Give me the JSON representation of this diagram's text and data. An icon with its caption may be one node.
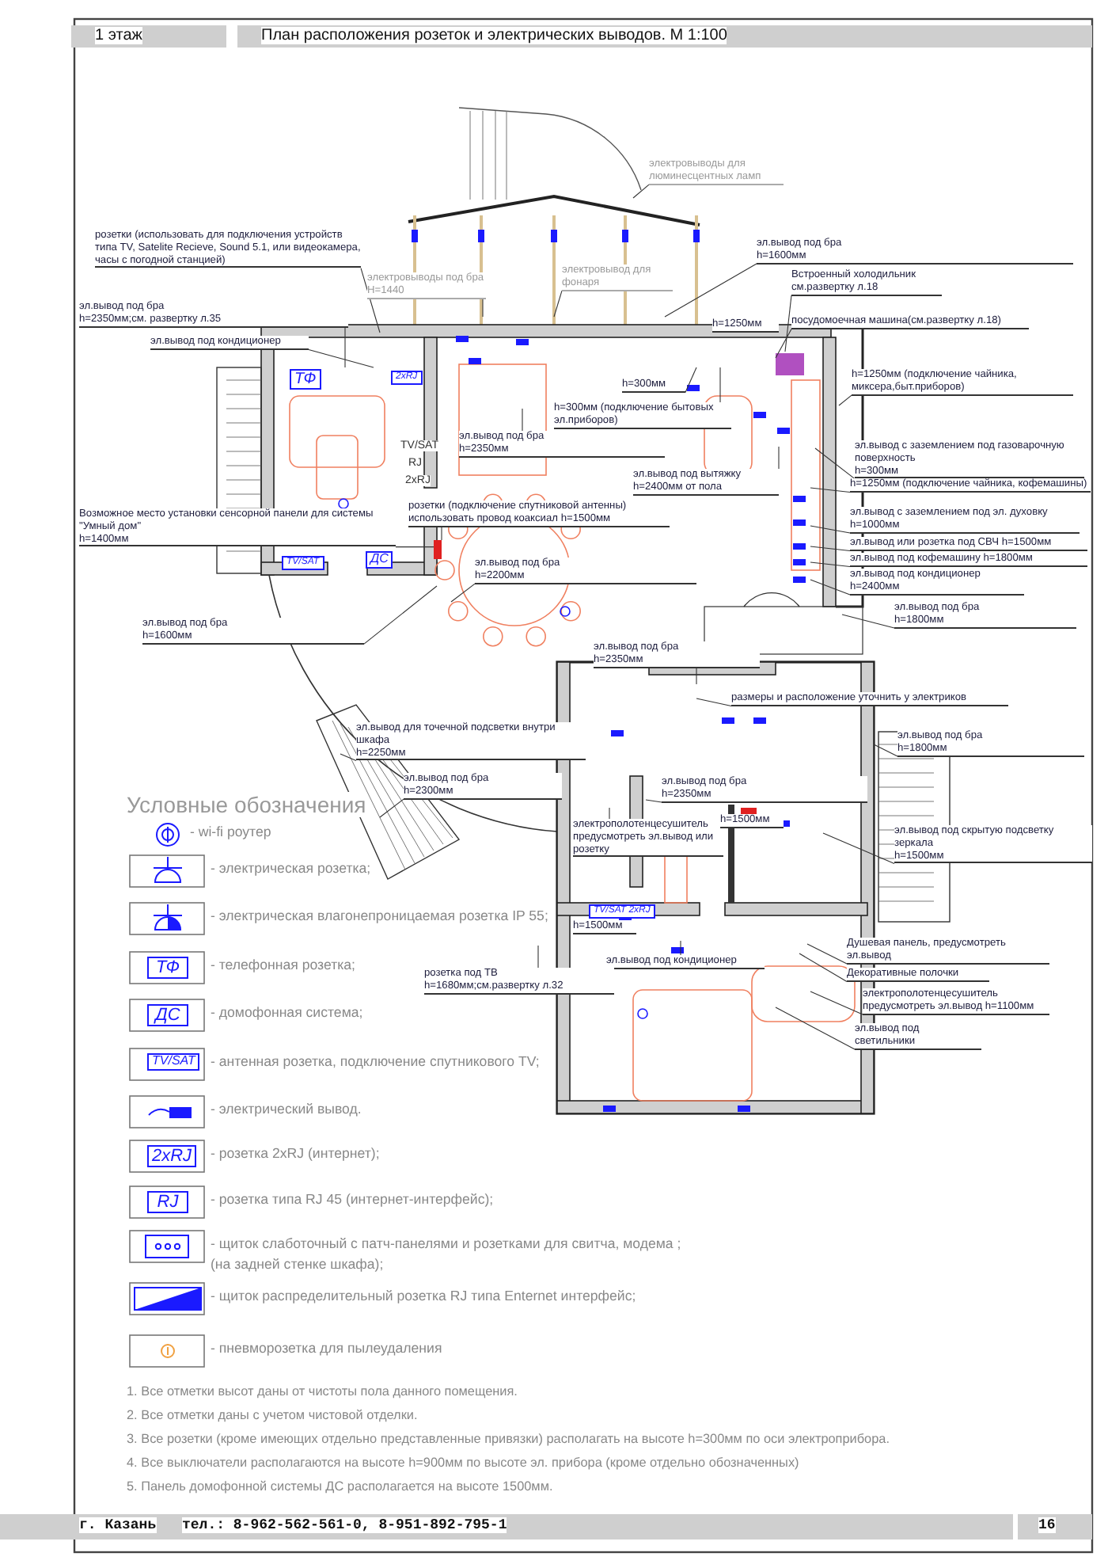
{
  "diagram": {
    "title": "План расположения розеток и электрических выводов.  М 1:100",
    "nodes": [
      {
        "text": [
          "электровыводы для люминесцентных ламп"
        ]
      },
      {
        "text": [
          "розетки (использовать для подключения устройств типа TV, Satelite Recieve, Sound 5.1, или видеокамера, часы с погодной станцией)"
        ]
      },
      {
        "text": [
          "электровыводы под бра H=1440"
        ]
      },
      {
        "text": [
          "электровывод для фонаря"
        ]
      },
      {
        "text": [
          "эл.вывод под бра",
          "h=1600мм"
        ]
      },
      {
        "text": [
          "Встроенный холодильник см.развертку л.18"
        ]
      },
      {
        "text": [
          "h=1250мм"
        ]
      },
      {
        "text": [
          "посудомоечная машина(см.развертку л.18)"
        ]
      },
      {
        "text": [
          "эл.вывод под бра",
          "h=2350мм;см. развертку л.35"
        ]
      },
      {
        "text": [
          "эл.вывод под кондиционер"
        ]
      },
      {
        "text": [
          "h=300мм"
        ]
      },
      {
        "text": [
          "h=1250мм (подключение чайника, миксера,быт.приборов)"
        ]
      },
      {
        "text": [
          "h=300мм (подключение бытовых эл.приборов)"
        ]
      },
      {
        "text": [
          "эл.вывод под бра",
          "h=2350мм"
        ]
      },
      {
        "text": [
          "эл.вывод с заземлением под газоварочную поверхность",
          "h=300мм"
        ]
      },
      {
        "text": [
          "эл.вывод под вытяжку h=2400мм от пола"
        ]
      },
      {
        "text": [
          "h=1250мм (подключение чайника, кофемашины)"
        ]
      },
      {
        "text": [
          "розетки (подключение спутниковой антенны) использовать провод коаксиал h=1500мм"
        ]
      },
      {
        "text": [
          "эл.вывод с заземлением под эл. духовку h=1000мм"
        ]
      },
      {
        "text": [
          "эл.вывод или розетка под СВЧ h=1500мм"
        ]
      },
      {
        "text": [
          "эл.вывод под кофемашину h=1800мм"
        ]
      },
      {
        "text": [
          "эл.вывод под кондиционер h=2400мм"
        ]
      },
      {
        "text": [
          "Возможное место установки сенсорной панели для системы \"Умный дом\"",
          "h=1400мм"
        ]
      },
      {
        "text": [
          "эл.вывод под бра",
          "h=2200мм"
        ]
      },
      {
        "text": [
          "эл.вывод под бра",
          "h=1800мм"
        ]
      },
      {
        "text": [
          "эл.вывод под бра",
          "h=1600мм"
        ]
      },
      {
        "text": [
          "эл.вывод под бра",
          "h=2350мм"
        ]
      },
      {
        "text": [
          "размеры и расположение уточнить у электриков"
        ]
      },
      {
        "text": [
          "эл.вывод для точечной подсветки внутри шкафа",
          "h=2250мм"
        ]
      },
      {
        "text": [
          "эл.вывод под бра",
          "h=1800мм"
        ]
      },
      {
        "text": [
          "эл.вывод под бра",
          "h=2300мм"
        ]
      },
      {
        "text": [
          "эл.вывод под бра",
          "h=2350мм"
        ]
      },
      {
        "text": [
          "электрополотенцесушитель предусмотреть эл.вывод или розетку"
        ]
      },
      {
        "text": [
          "h=1500мм"
        ]
      },
      {
        "text": [
          "эл.вывод под скрытую подсветку зеркала",
          "h=1500мм"
        ]
      },
      {
        "text": [
          "h=1500мм"
        ]
      },
      {
        "text": [
          "эл.вывод под кондиционер"
        ]
      },
      {
        "text": [
          "розетка под ТВ h=1680мм;см.развертку л.32"
        ]
      },
      {
        "text": [
          "Душевая панель, предусмотреть эл.вывод"
        ]
      },
      {
        "text": [
          "Декоративные полочки"
        ]
      },
      {
        "text": [
          "электрополотенцесушитель предусмотреть эл.вывод h=1100мм"
        ]
      },
      {
        "text": [
          "эл.вывод под светильники"
        ]
      },
      {
        "text": [],
        "shape": "box"
      }
    ],
    "edges": [
      {
        "from": 0,
        "to": null,
        "arrow": "none"
      },
      {
        "from": 1,
        "to": null,
        "arrow": "none"
      },
      {
        "from": 2,
        "to": null,
        "arrow": "none"
      },
      {
        "from": 3,
        "to": null,
        "arrow": "none"
      },
      {
        "from": 4,
        "to": null,
        "arrow": "none"
      },
      {
        "from": 5,
        "to": null,
        "arrow": "none"
      },
      {
        "from": 7,
        "to": null,
        "arrow": "none"
      },
      {
        "from": 8,
        "to": null,
        "arrow": "none"
      },
      {
        "from": 9,
        "to": null,
        "arrow": "none"
      },
      {
        "from": 10,
        "to": null,
        "arrow": "none"
      },
      {
        "from": 11,
        "to": null,
        "arrow": "none"
      },
      {
        "from": 12,
        "to": null,
        "arrow": "none"
      },
      {
        "from": 13,
        "to": null,
        "arrow": "none"
      },
      {
        "from": 14,
        "to": null,
        "arrow": "none"
      },
      {
        "from": 15,
        "to": null,
        "arrow": "none"
      },
      {
        "from": 16,
        "to": null,
        "arrow": "none"
      },
      {
        "from": 17,
        "to": 42,
        "arrow": "none"
      },
      {
        "from": 18,
        "to": null,
        "arrow": "none"
      },
      {
        "from": 19,
        "to": null,
        "arrow": "none"
      },
      {
        "from": 20,
        "to": null,
        "arrow": "none"
      },
      {
        "from": 21,
        "to": null,
        "arrow": "none"
      },
      {
        "from": 22,
        "to": 42,
        "arrow": "none"
      },
      {
        "from": 23,
        "to": null,
        "arrow": "none"
      },
      {
        "from": 24,
        "to": null,
        "arrow": "none"
      },
      {
        "from": 25,
        "to": null,
        "arrow": "none"
      },
      {
        "from": 26,
        "to": null,
        "arrow": "none"
      },
      {
        "from": 27,
        "to": null,
        "arrow": "none"
      },
      {
        "from": 28,
        "to": null,
        "arrow": "none"
      },
      {
        "from": 29,
        "to": null,
        "arrow": "none"
      },
      {
        "from": 30,
        "to": null,
        "arrow": "none"
      },
      {
        "from": 31,
        "to": null,
        "arrow": "none"
      },
      {
        "from": 32,
        "to": null,
        "arrow": "none"
      },
      {
        "from": 34,
        "to": null,
        "arrow": "none"
      },
      {
        "from": 36,
        "to": null,
        "arrow": "none"
      },
      {
        "from": 37,
        "to": null,
        "arrow": "none"
      },
      {
        "from": 38,
        "to": null,
        "arrow": "none"
      },
      {
        "from": 39,
        "to": null,
        "arrow": "none"
      },
      {
        "from": 40,
        "to": null,
        "arrow": "none"
      },
      {
        "from": 41,
        "to": null,
        "arrow": "none"
      }
    ],
    "labels": [
      "1 этаж",
      "ТФ",
      "2хRJ",
      "TV/SAT",
      "RJ",
      "2xRJ",
      "TV/SAT",
      "ДС",
      "TV/SAT 2xRJ",
      "Условные обозначения",
      "ТФ",
      "ДС",
      "TV/SAT",
      "2xRJ",
      "RJ",
      "1. Все отметки высот даны от чистоты пола данного помещения.",
      "2. Все отметки даны с учетом чистовой отделки.",
      "3. Все розетки (кроме имеющих отдельно представленные привязки) располагать на высоте h=300мм по оси электроприбора.",
      "4. Все выключатели располагаются на высоте h=900мм по высоте эл. прибора (кроме отдельно обозначенных)",
      "5. Панель домофонной системы ДС располагается на высоте 1500мм.",
      "г. Казань",
      "тел.: 8-962-562-561-0, 8-951-892-795-1",
      "16"
    ],
    "legend": [
      {
        "text": "- wi-fi роутер"
      },
      {
        "text": "- электрическая розетка;"
      },
      {
        "text": "- электрическая влагонепроницаемая розетка IP 55;"
      },
      {
        "text": "- телефонная розетка;"
      },
      {
        "text": "- домофонная система;"
      },
      {
        "text": "- антенная розетка, подключение спутникового TV;"
      },
      {
        "text": "- электрический вывод."
      },
      {
        "text": "-  розетка 2хRJ (интернет);"
      },
      {
        "text": "-  розетка типа RJ 45 (интернет-интерфейс);"
      },
      {
        "text": "-  щиток слаботочный с патч-панелями и розетками для свитча, модема ; (на задней стенке шкафа);"
      },
      {
        "text": "- щиток распределительный розетка RJ типа Enternet интерфейс;"
      },
      {
        "text": "- пневморозетка для пылеудаления"
      }
    ]
  }
}
